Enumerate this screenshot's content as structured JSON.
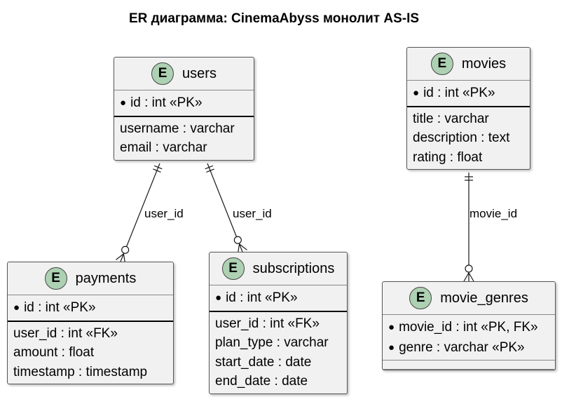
{
  "title": "ER диаграмма: CinemaAbyss монолит AS-IS",
  "entities": {
    "users": {
      "badge": "E",
      "name": "users",
      "keys": [
        "id : int «PK»"
      ],
      "attrs": [
        "username : varchar",
        "email : varchar"
      ]
    },
    "movies": {
      "badge": "E",
      "name": "movies",
      "keys": [
        "id : int «PK»"
      ],
      "attrs": [
        "title : varchar",
        "description : text",
        "rating : float"
      ]
    },
    "payments": {
      "badge": "E",
      "name": "payments",
      "keys": [
        "id : int «PK»"
      ],
      "attrs": [
        "user_id : int «FK»",
        "amount : float",
        "timestamp : timestamp"
      ]
    },
    "subscriptions": {
      "badge": "E",
      "name": "subscriptions",
      "keys": [
        "id : int «PK»"
      ],
      "attrs": [
        "user_id : int «FK»",
        "plan_type : varchar",
        "start_date : date",
        "end_date : date"
      ]
    },
    "movie_genres": {
      "badge": "E",
      "name": "movie_genres",
      "keys": [
        "movie_id : int «PK, FK»",
        "genre : varchar «PK»"
      ],
      "attrs": []
    }
  },
  "relations": [
    {
      "from": "users",
      "to": "payments",
      "label": "user_id",
      "from_card": "exactly-one",
      "to_card": "zero-or-many"
    },
    {
      "from": "users",
      "to": "subscriptions",
      "label": "user_id",
      "from_card": "exactly-one",
      "to_card": "zero-or-many"
    },
    {
      "from": "movies",
      "to": "movie_genres",
      "label": "movie_id",
      "from_card": "exactly-one",
      "to_card": "zero-or-many"
    }
  ]
}
